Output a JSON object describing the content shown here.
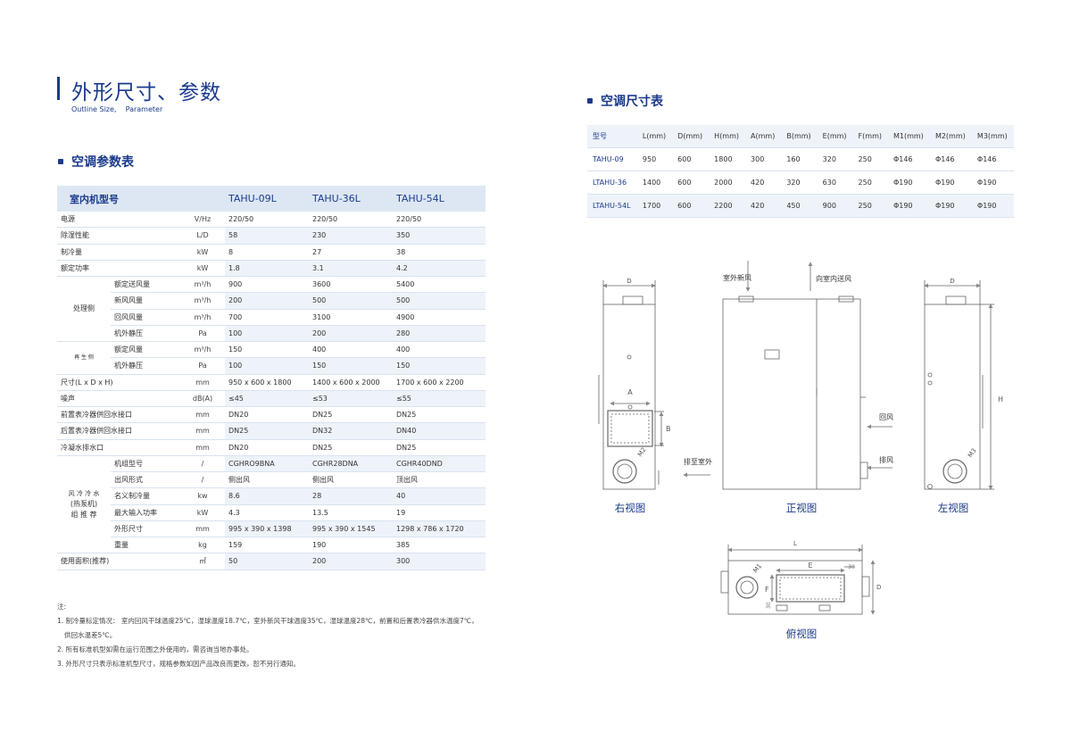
{
  "title": "外形尺寸、参数",
  "subtitle": "Outline Size,    Parameter",
  "param_section_title": "空调参数表",
  "param_table": {
    "header": {
      "label": "室内机型号",
      "models": [
        "TAHU-09L",
        "TAHU-36L",
        "TAHU-54L"
      ]
    },
    "rows": [
      {
        "label": "电源",
        "unit": "V/Hz",
        "values": [
          "220/50",
          "220/50",
          "220/50"
        ]
      },
      {
        "label": "除湿性能",
        "unit": "L/D",
        "values": [
          "58",
          "230",
          "350"
        ]
      },
      {
        "label": "制冷量",
        "unit": "kW",
        "values": [
          "8",
          "27",
          "38"
        ]
      },
      {
        "label": "额定功率",
        "unit": "kW",
        "values": [
          "1.8",
          "3.1",
          "4.2"
        ]
      },
      {
        "label": "额定送风量",
        "unit": "m³/h",
        "values": [
          "900",
          "3600",
          "5400"
        ]
      },
      {
        "label": "新风风量",
        "unit": "m³/h",
        "values": [
          "200",
          "500",
          "500"
        ]
      },
      {
        "label": "回风风量",
        "unit": "m³/h",
        "values": [
          "700",
          "3100",
          "4900"
        ]
      },
      {
        "label": "机外静压",
        "unit": "Pa",
        "values": [
          "100",
          "200",
          "280"
        ]
      },
      {
        "label": "额定风量",
        "unit": "m³/h",
        "values": [
          "150",
          "400",
          "400"
        ]
      },
      {
        "label": "机外静压",
        "unit": "Pa",
        "values": [
          "100",
          "150",
          "150"
        ]
      },
      {
        "label": "尺寸(L x D x H)",
        "unit": "mm",
        "values": [
          "950 x 600 x 1800",
          "1400 x 600 x 2000",
          "1700 x 600 x 2200"
        ]
      },
      {
        "label": "噪声",
        "unit": "dB(A)",
        "values": [
          "≤45",
          "≤53",
          "≤55"
        ]
      },
      {
        "label": "前置表冷器供回水接口",
        "unit": "mm",
        "values": [
          "DN20",
          "DN25",
          "DN25"
        ]
      },
      {
        "label": "后置表冷器供回水接口",
        "unit": "mm",
        "values": [
          "DN25",
          "DN32",
          "DN40"
        ]
      },
      {
        "label": "冷凝水排水口",
        "unit": "mm",
        "values": [
          "DN20",
          "DN25",
          "DN25"
        ]
      },
      {
        "label": "机组型号",
        "unit": "/",
        "values": [
          "CGHRO9BNA",
          "CGHR28DNA",
          "CGHR40DND"
        ]
      },
      {
        "label": "出风形式",
        "unit": "/",
        "values": [
          "侧出风",
          "侧出风",
          "顶出风"
        ]
      },
      {
        "label": "名义制冷量",
        "unit": "kw",
        "values": [
          "8.6",
          "28",
          "40"
        ]
      },
      {
        "label": "最大输入功率",
        "unit": "kW",
        "values": [
          "4.3",
          "13.5",
          "19"
        ]
      },
      {
        "label": "外形尺寸",
        "unit": "mm",
        "values": [
          "995 x 390 x 1398",
          "995 x 390 x 1545",
          "1298 x 786 x 1720"
        ]
      },
      {
        "label": "重量",
        "unit": "kg",
        "values": [
          "159",
          "190",
          "385"
        ]
      },
      {
        "label": "使用面积(推荐)",
        "unit": "㎡",
        "values": [
          "50",
          "200",
          "300"
        ]
      }
    ],
    "groups": {
      "handling": "处理侧",
      "regen": "再 生 侧",
      "outdoor_1": "风 冷 冷 水",
      "outdoor_2": "(热泵机)",
      "outdoor_3": "组 推 荐"
    }
  },
  "notes": {
    "head": "注:",
    "n1a": "1. 制冷量标定情况： 室内回风干球温度25℃，湿球温度18.7℃，室外新风干球温度35℃，湿球温度28℃，前置和后置表冷器供水温度7℃，",
    "n1b": "供回水温差5℃。",
    "n2": "2. 所有标准机型如需在运行范围之外使用的，需咨询当地办事处。",
    "n3": "3. 外形尺寸只表示标准机型尺寸，规格参数如因产品改良而更改，恕不另行通知。"
  },
  "dim_section_title": "空调尺寸表",
  "dim_table": {
    "headers": [
      "型号",
      "L(mm)",
      "D(mm)",
      "H(mm)",
      "A(mm)",
      "B(mm)",
      "E(mm)",
      "F(mm)",
      "M1(mm)",
      "M2(mm)",
      "M3(mm)"
    ],
    "rows": [
      [
        "TAHU-09",
        "950",
        "600",
        "1800",
        "300",
        "160",
        "320",
        "250",
        "Φ146",
        "Φ146",
        "Φ146"
      ],
      [
        "LTAHU-36",
        "1400",
        "600",
        "2000",
        "420",
        "320",
        "630",
        "250",
        "Φ190",
        "Φ190",
        "Φ190"
      ],
      [
        "LTAHU-54L",
        "1700",
        "600",
        "2200",
        "420",
        "450",
        "900",
        "250",
        "Φ190",
        "Φ190",
        "Φ190"
      ]
    ]
  },
  "drawings": {
    "right_view": "右视图",
    "front_view": "正视图",
    "left_view": "左视图",
    "top_view": "俯视图",
    "fresh_air": "室外新风",
    "supply_air": "向室内送风",
    "return_air": "回风",
    "exhaust": "排风",
    "exhaust_out": "排至室外",
    "dims": {
      "D": "D",
      "A": "A",
      "B": "B",
      "H": "H",
      "L": "L",
      "E": "E",
      "F": "F",
      "M1": "M1",
      "M2": "M2",
      "M3": "M3",
      "thirty": "30"
    }
  },
  "colors": {
    "accent": "#1a3a8c",
    "header_bg": "#dde7f4",
    "row_alt": "#eef3fa"
  }
}
